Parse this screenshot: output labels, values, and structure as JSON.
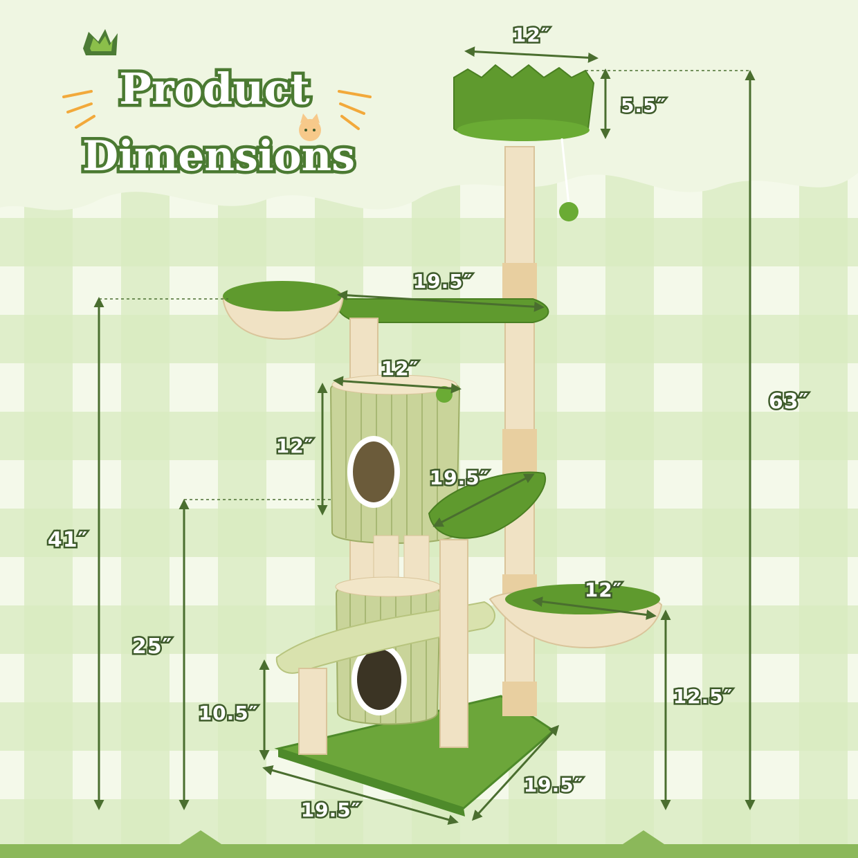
{
  "title": {
    "line1": "Product",
    "line2": "Dimensions"
  },
  "colors": {
    "accent": "#5f9a2e",
    "dark": "#3d5a2a",
    "beige": "#f0e2c4",
    "sage": "#c9d49a"
  },
  "dimensions": {
    "top_perch_width": "12″",
    "top_perch_height": "5.5″",
    "total_height": "63″",
    "upper_platform_width": "19.5″",
    "condo_top_width": "12″",
    "condo_height": "12″",
    "leaf_platform_width": "19.5″",
    "basket_width": "12″",
    "upper_platform_height": "41″",
    "mid_height": "25″",
    "ramp_height": "10.5″",
    "basket_height": "12.5″",
    "base_depth": "19.5″",
    "base_width": "19.5″"
  }
}
